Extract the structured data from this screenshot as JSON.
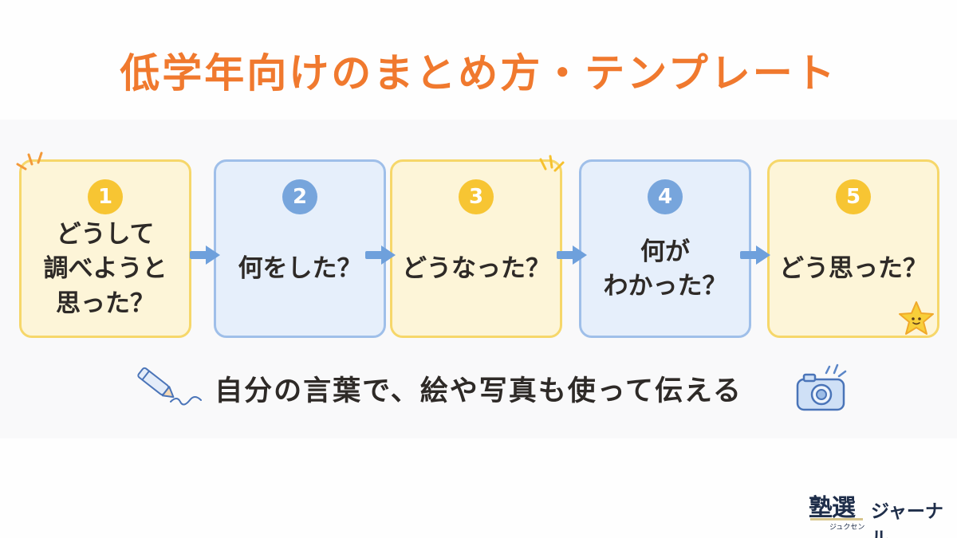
{
  "title": "低学年向けのまとめ方・テンプレート",
  "steps": [
    {
      "number": "1",
      "text": "どうして\n調べようと\n思った？",
      "color": "yellow"
    },
    {
      "number": "2",
      "text": "何をした？",
      "color": "blue"
    },
    {
      "number": "3",
      "text": "どうなった？",
      "color": "yellow"
    },
    {
      "number": "4",
      "text": "何が\nわかった？",
      "color": "blue"
    },
    {
      "number": "5",
      "text": "どう思った？",
      "color": "yellow"
    }
  ],
  "caption": "自分の言葉で、絵や写真も使って伝える",
  "icons": {
    "pencil": "pencil-icon",
    "camera": "camera-icon",
    "star": "star-icon",
    "arrow": "arrow-right-icon"
  },
  "logo": {
    "kanji": "塾選",
    "sub": "ジュクセン",
    "name": "ジャーナル"
  },
  "colors": {
    "title": "#f0792e",
    "yellow_bg": "#fdf5d8",
    "yellow_border": "#f6d76a",
    "yellow_badge": "#f7c533",
    "blue_bg": "#e6effb",
    "blue_border": "#9fbfe9",
    "blue_badge": "#77a5dc",
    "arrow": "#6ea0dc"
  }
}
